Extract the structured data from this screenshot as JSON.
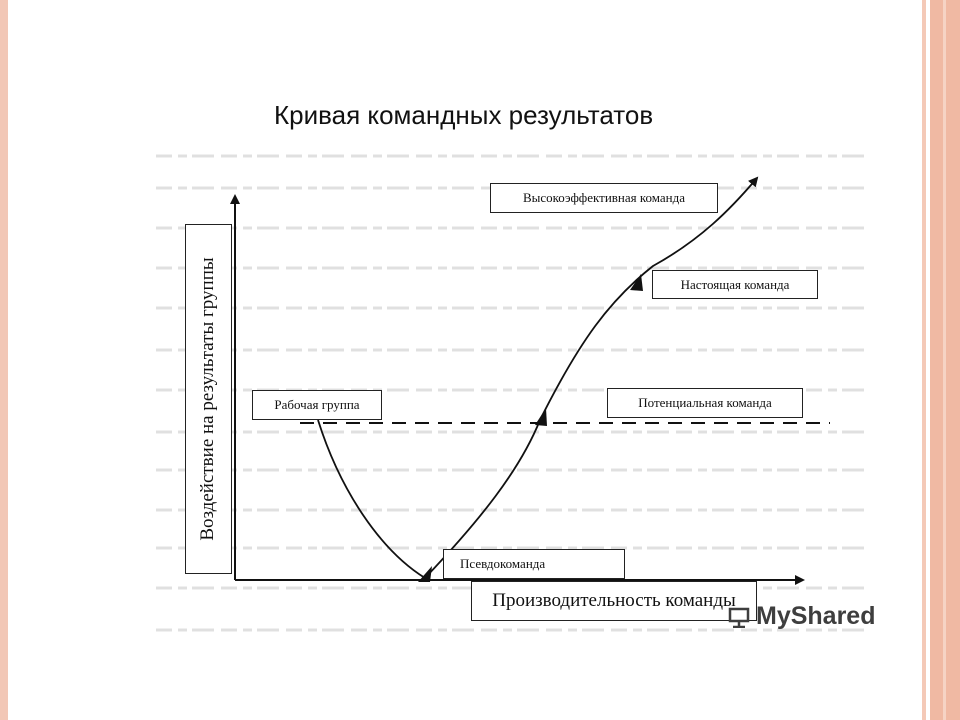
{
  "title": "Кривая командных результатов",
  "y_axis_label": "Воздействие на результаты группы",
  "x_axis_label": "Производительность команды",
  "stages": {
    "working_group": "Рабочая группа",
    "pseudo_team": "Псевдокоманда",
    "potential_team": "Потенциальная команда",
    "real_team": "Настоящая команда",
    "high_performance_team": "Высокоэффективная команда"
  },
  "watermark": "MyShared",
  "colors": {
    "slide_border": "#f0b9a3",
    "ink": "#111111"
  }
}
